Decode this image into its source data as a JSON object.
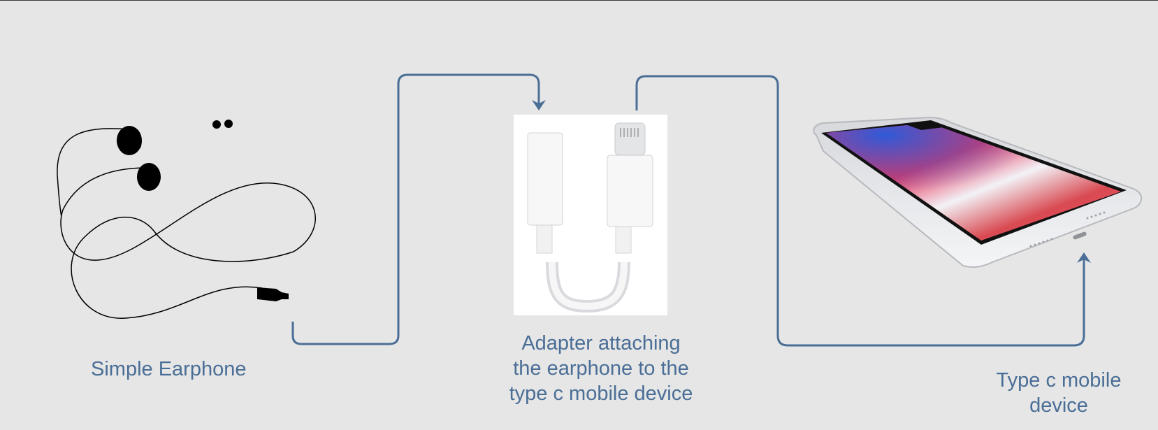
{
  "labels": {
    "earphone": "Simple Earphone",
    "adapter": "Adapter attaching the earphone to the type c mobile device",
    "phone": "Type c mobile device"
  },
  "colors": {
    "background": "#e6e6e6",
    "connector": "#4a6e96",
    "label_text": "#4a6e96"
  },
  "icons": {
    "earphone": "earphone-icon",
    "adapter": "lightning-adapter-icon",
    "phone": "smartphone-icon"
  }
}
